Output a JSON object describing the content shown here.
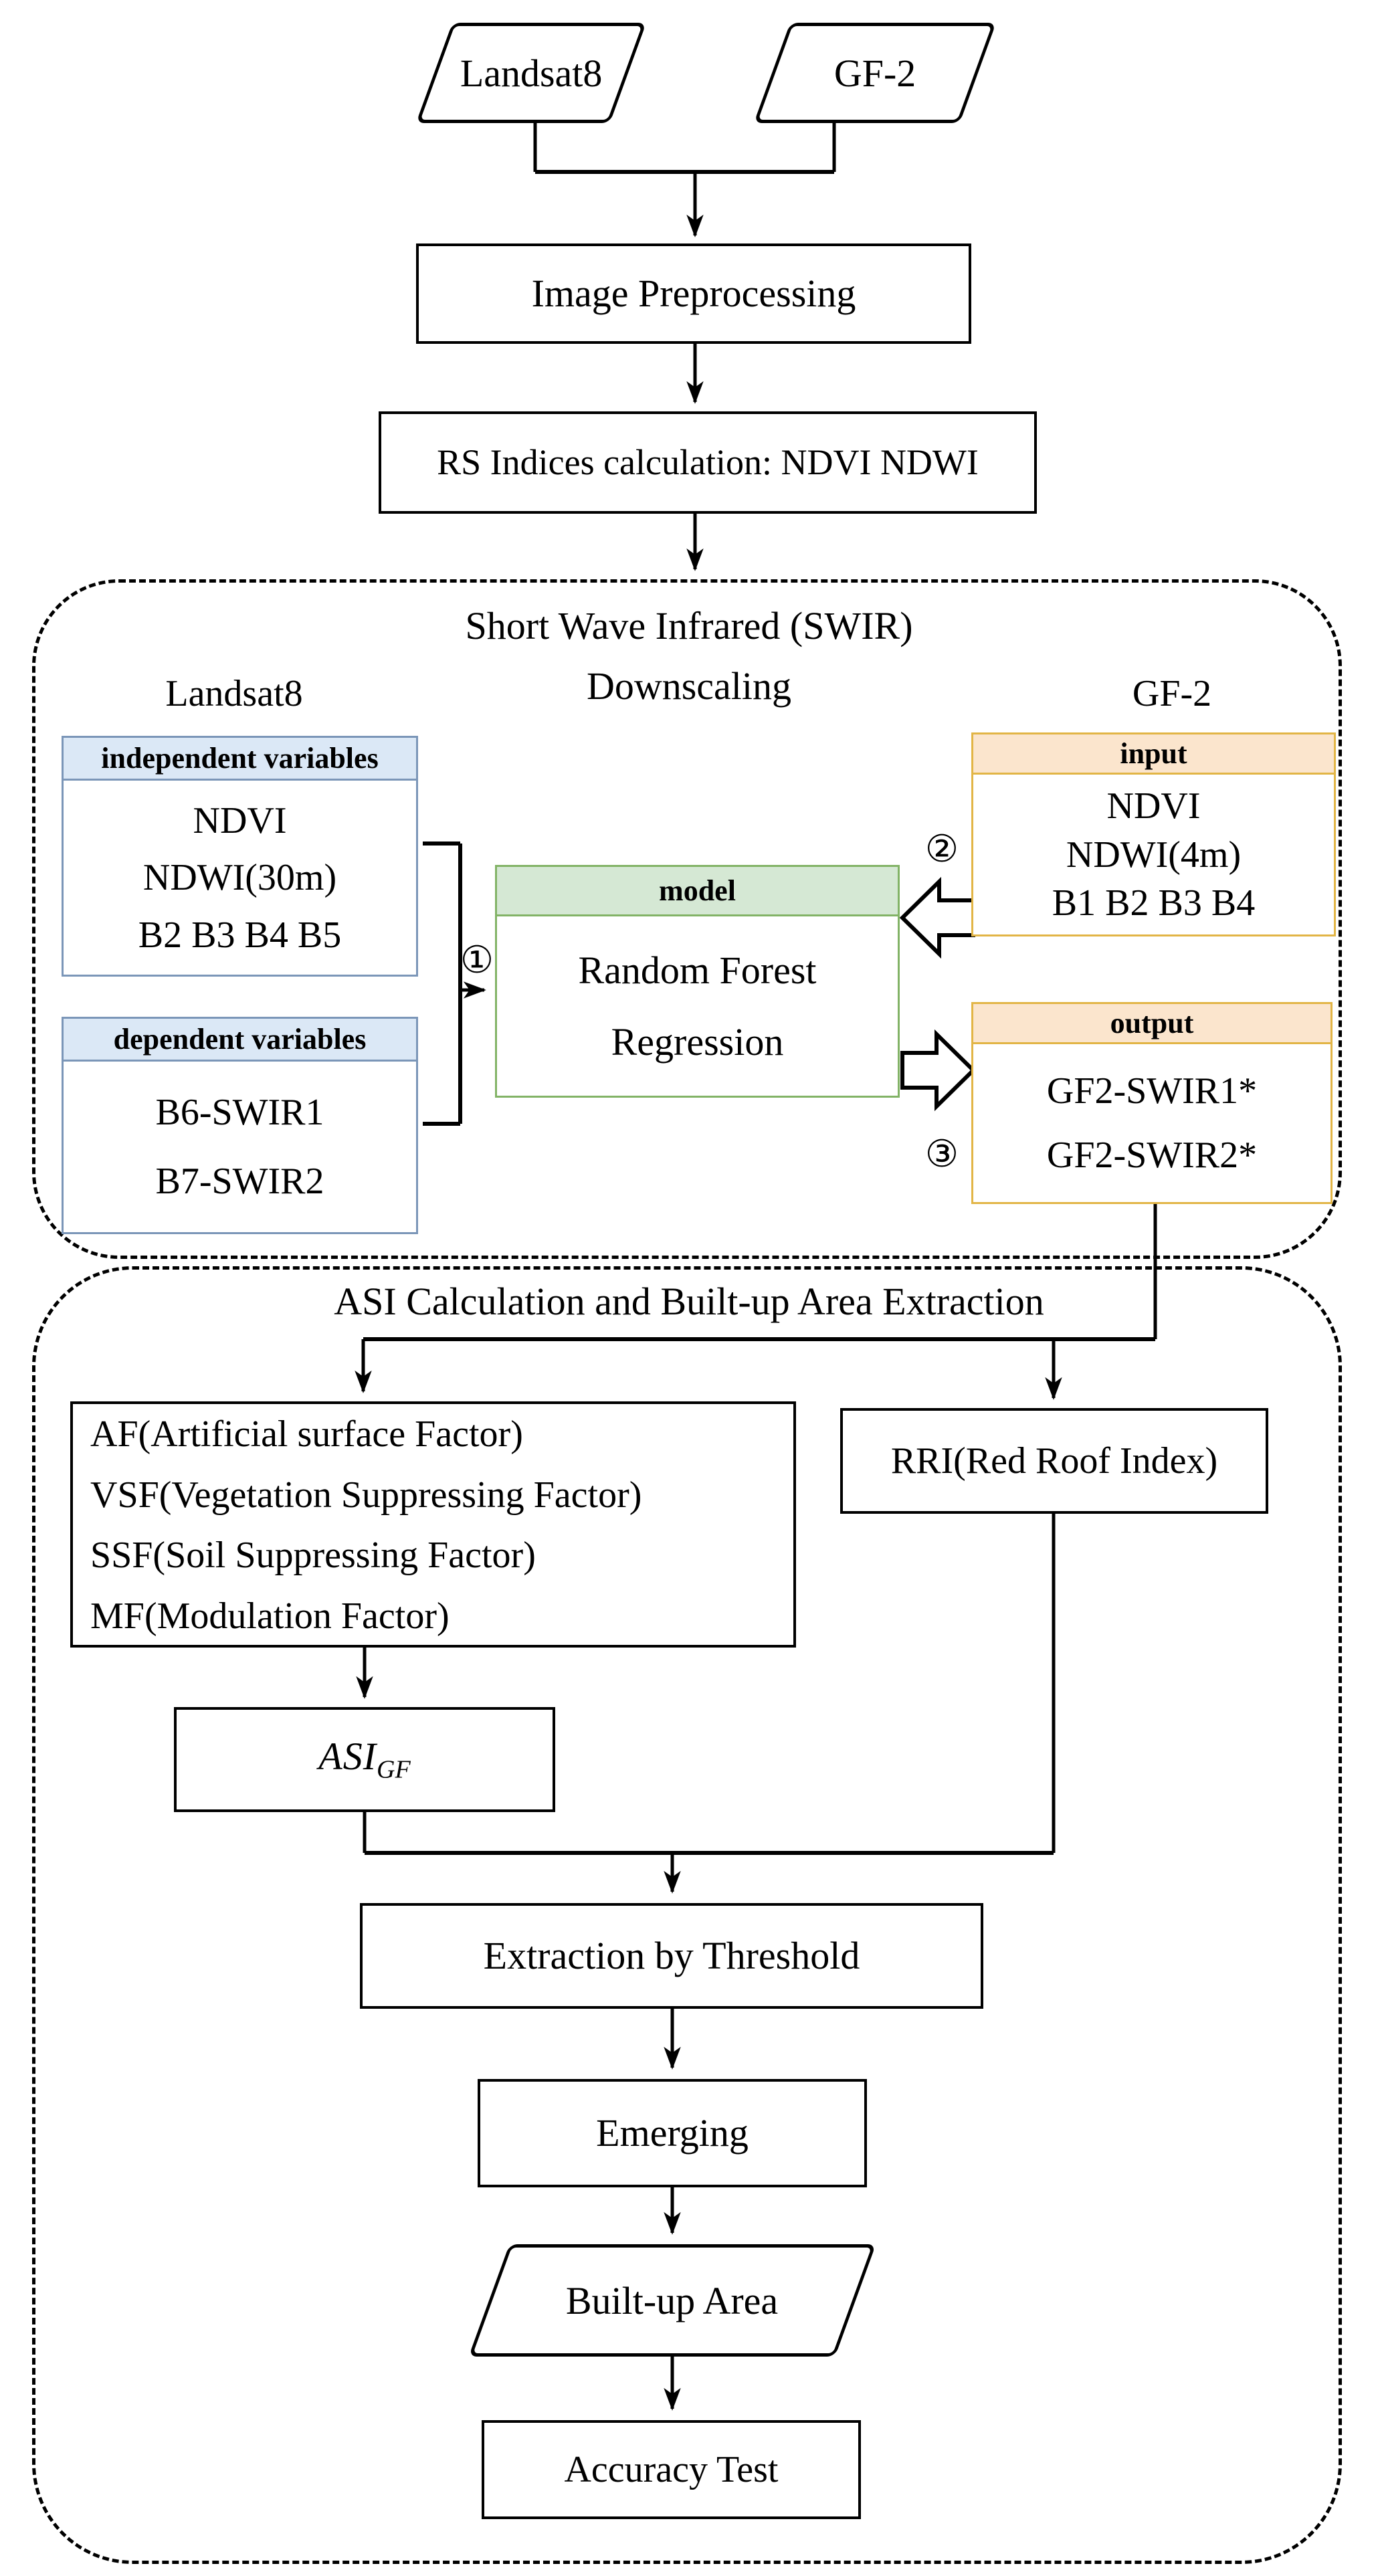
{
  "top": {
    "landsat8_source": "Landsat8",
    "gf2_source": "GF-2",
    "image_preprocessing": "Image Preprocessing",
    "rs_indices": "RS Indices calculation: NDVI NDWI"
  },
  "swir_section": {
    "title_line1": "Short Wave Infrared (SWIR)",
    "title_line2": "Downscaling",
    "landsat8_label": "Landsat8",
    "gf2_label": "GF-2",
    "independent": {
      "header": "independent variables",
      "lines": [
        "NDVI",
        "NDWI(30m)",
        "B2 B3 B4 B5"
      ]
    },
    "dependent": {
      "header": "dependent variables",
      "lines": [
        "B6-SWIR1",
        "B7-SWIR2"
      ]
    },
    "model": {
      "header": "model",
      "lines": [
        "Random Forest",
        "Regression"
      ]
    },
    "input": {
      "header": "input",
      "lines": [
        "NDVI",
        "NDWI(4m)",
        "B1 B2 B3 B4"
      ]
    },
    "output": {
      "header": "output",
      "lines": [
        "GF2-SWIR1*",
        "GF2-SWIR2*"
      ]
    },
    "step1": "①",
    "step2": "②",
    "step3": "③"
  },
  "asi_section": {
    "title": "ASI Calculation and Built-up Area Extraction",
    "factors": [
      "AF(Artificial surface Factor)",
      "VSF(Vegetation Suppressing Factor)",
      "SSF(Soil Suppressing Factor)",
      "MF(Modulation Factor)"
    ],
    "rri": "RRI(Red Roof Index)",
    "asi_main": "ASI",
    "asi_sub": "GF",
    "extraction": "Extraction by Threshold",
    "emerging": "Emerging",
    "built_up": "Built-up Area",
    "accuracy": "Accuracy Test"
  },
  "colors": {
    "blue_fill": "#dbe8f6",
    "blue_stroke": "#7b96b8",
    "green_fill": "#d5e8d4",
    "green_stroke": "#82b366",
    "orange_fill": "#fbe5cd",
    "orange_stroke": "#e2b546",
    "line": "#000000",
    "background": "#ffffff"
  }
}
